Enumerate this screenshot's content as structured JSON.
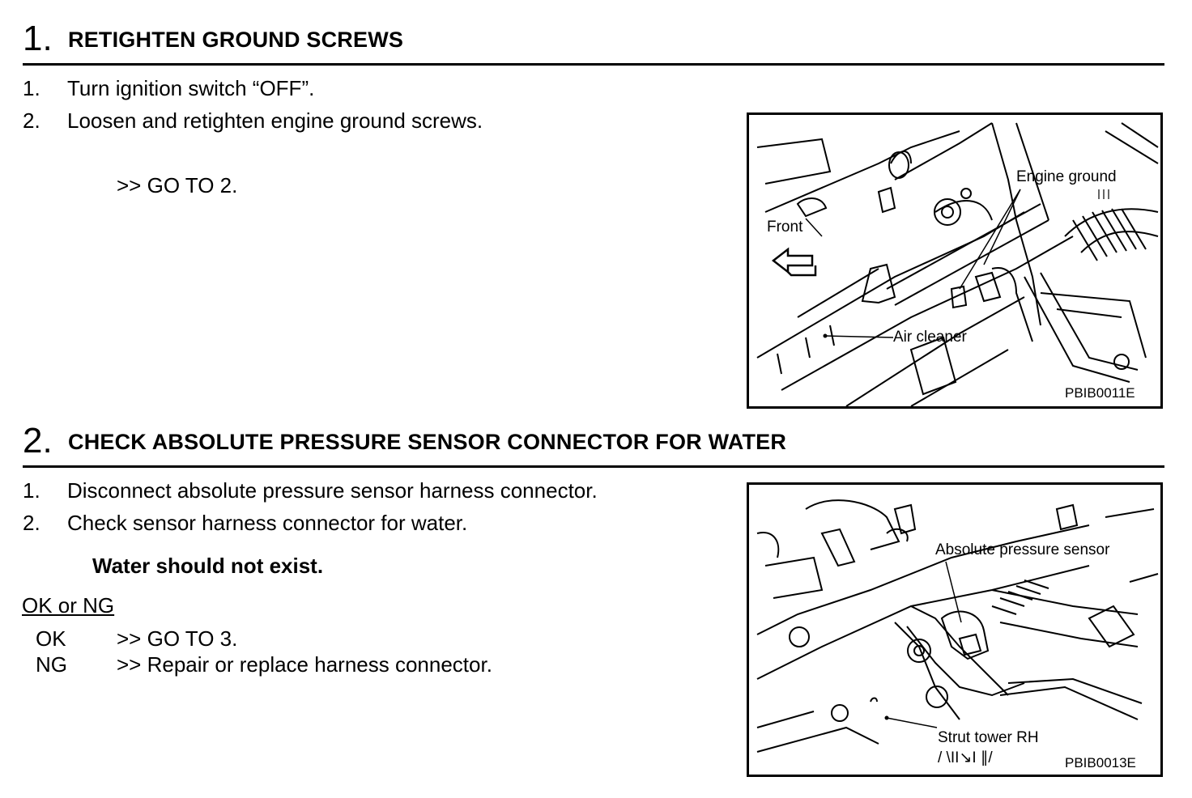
{
  "step1": {
    "number": "1.",
    "title": "RETIGHTEN GROUND SCREWS",
    "items": [
      {
        "num": "1.",
        "text": "Turn ignition switch “OFF”."
      },
      {
        "num": "2.",
        "text": "Loosen and retighten engine ground screws."
      }
    ],
    "goto": ">> GO TO 2.",
    "figure": {
      "labels": {
        "engine_ground": "Engine ground",
        "front": "Front",
        "air_cleaner": "Air cleaner"
      },
      "code": "PBIB0011E"
    }
  },
  "step2": {
    "number": "2.",
    "title": "CHECK ABSOLUTE PRESSURE SENSOR CONNECTOR FOR WATER",
    "items": [
      {
        "num": "1.",
        "text": "Disconnect absolute pressure sensor harness connector."
      },
      {
        "num": "2.",
        "text": "Check sensor harness connector for water."
      }
    ],
    "note": "Water should not exist.",
    "okng_label": "OK or NG",
    "results": [
      {
        "key": "OK",
        "action": ">> GO TO 3."
      },
      {
        "key": "NG",
        "action": ">> Repair or replace harness connector."
      }
    ],
    "figure": {
      "labels": {
        "sensor": "Absolute pressure sensor",
        "strut": "Strut tower RH",
        "strut_marks": "/ \\II↘I ∥/"
      },
      "code": "PBIB0013E"
    }
  }
}
